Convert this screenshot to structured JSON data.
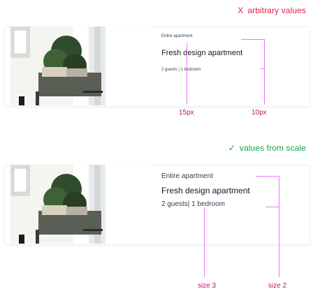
{
  "top_label": {
    "icon": "close-icon",
    "mark": "X",
    "text": "arbitrary values",
    "color": "#e11d48"
  },
  "mid_label": {
    "icon": "check-icon",
    "mark": "✓",
    "text": "values from scale",
    "color": "#16a34a"
  },
  "card_top": {
    "type_label": "Entire apartment",
    "title": "Fresh design apartment",
    "details": "2 guests | 1 bedroom",
    "guide_labels": [
      "15px",
      "10px"
    ]
  },
  "card_bottom": {
    "type_label": "Entire apartment",
    "title": "Fresh design apartment",
    "details": "2 guests| 1 bedroom",
    "guide_labels": [
      "size 3",
      "size 2"
    ]
  },
  "colors": {
    "guide": "#e879f9",
    "guide_text": "#be185d"
  }
}
